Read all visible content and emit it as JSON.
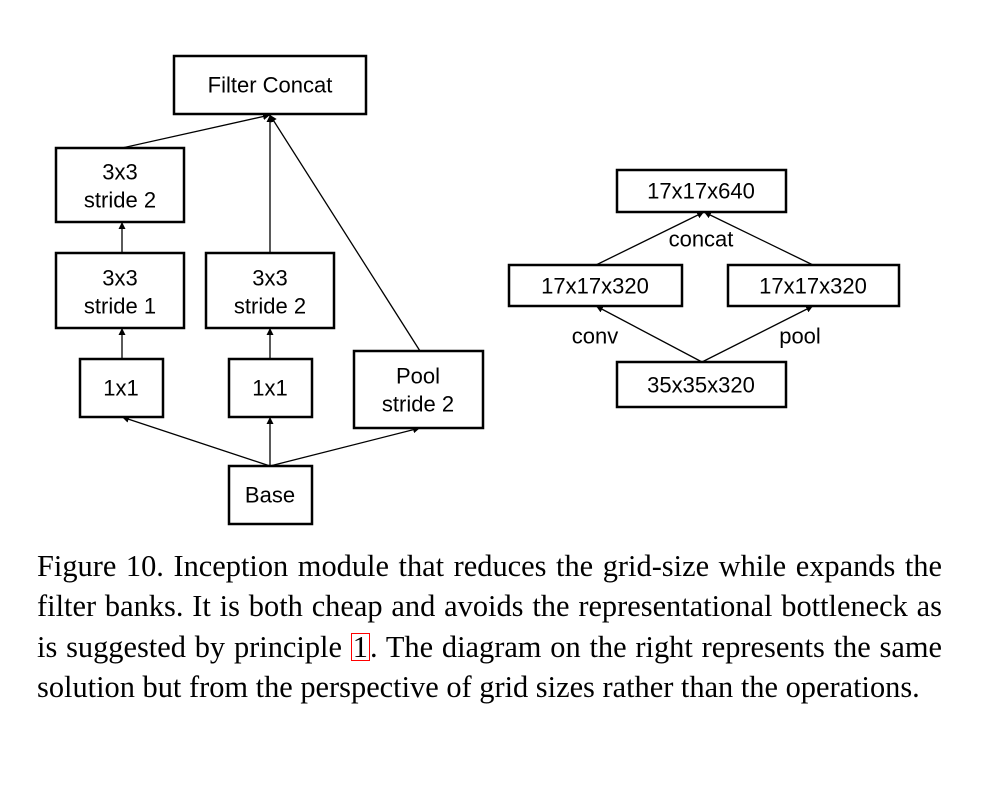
{
  "left_module": {
    "filter_concat": "Filter Concat",
    "branch1_top": [
      "3x3",
      "stride 2"
    ],
    "branch1_mid": [
      "3x3",
      "stride 1"
    ],
    "branch1_bottom": "1x1",
    "branch2_top": [
      "3x3",
      "stride 2"
    ],
    "branch2_bottom": "1x1",
    "pool": [
      "Pool",
      "stride 2"
    ],
    "base": "Base"
  },
  "right_module": {
    "output": "17x17x640",
    "concat_label": "concat",
    "left_branch": "17x17x320",
    "right_branch": "17x17x320",
    "conv_label": "conv",
    "pool_label": "pool",
    "input": "35x35x320"
  },
  "caption": {
    "part1": "Figure 10. Inception module that reduces the grid-size while expands the filter banks. It is both cheap and avoids the representational bottleneck as is suggested by principle ",
    "ref": "1",
    "part2": ". The diagram on the right represents the same solution but from the perspective of grid sizes rather than the operations."
  }
}
